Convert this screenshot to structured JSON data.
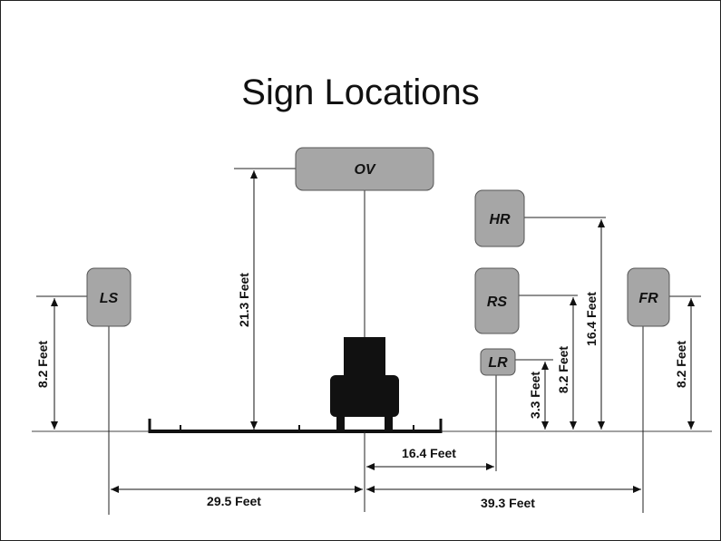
{
  "title": "Sign Locations",
  "colors": {
    "sign_fill": "#a6a6a6",
    "line": "#111111",
    "vehicle": "#111111"
  },
  "signs": {
    "ov": "OV",
    "hr": "HR",
    "ls": "LS",
    "rs": "RS",
    "fr": "FR",
    "lr": "LR"
  },
  "dimensions": {
    "ov_height": "21.3 Feet",
    "ls_height": "8.2 Feet",
    "hr_height": "16.4 Feet",
    "rs_height": "8.2 Feet",
    "lr_height": "3.3 Feet",
    "fr_height": "8.2 Feet",
    "lr_offset": "16.4 Feet",
    "ls_offset": "29.5 Feet",
    "fr_offset": "39.3 Feet"
  }
}
